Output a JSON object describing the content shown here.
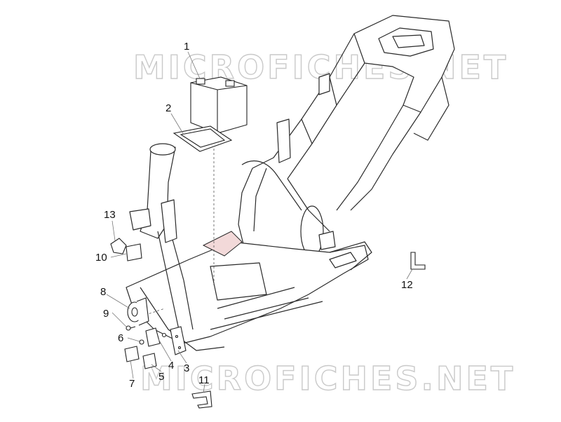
{
  "watermark": {
    "top": "MICROFICHES.NET",
    "bottom": "MICROFICHES.NET"
  },
  "callouts": {
    "c1": "1",
    "c2": "2",
    "c3": "3",
    "c4": "4",
    "c5": "5",
    "c6": "6",
    "c7": "7",
    "c8": "8",
    "c9": "9",
    "c10": "10",
    "c11": "11",
    "c12": "12",
    "c13": "13"
  }
}
